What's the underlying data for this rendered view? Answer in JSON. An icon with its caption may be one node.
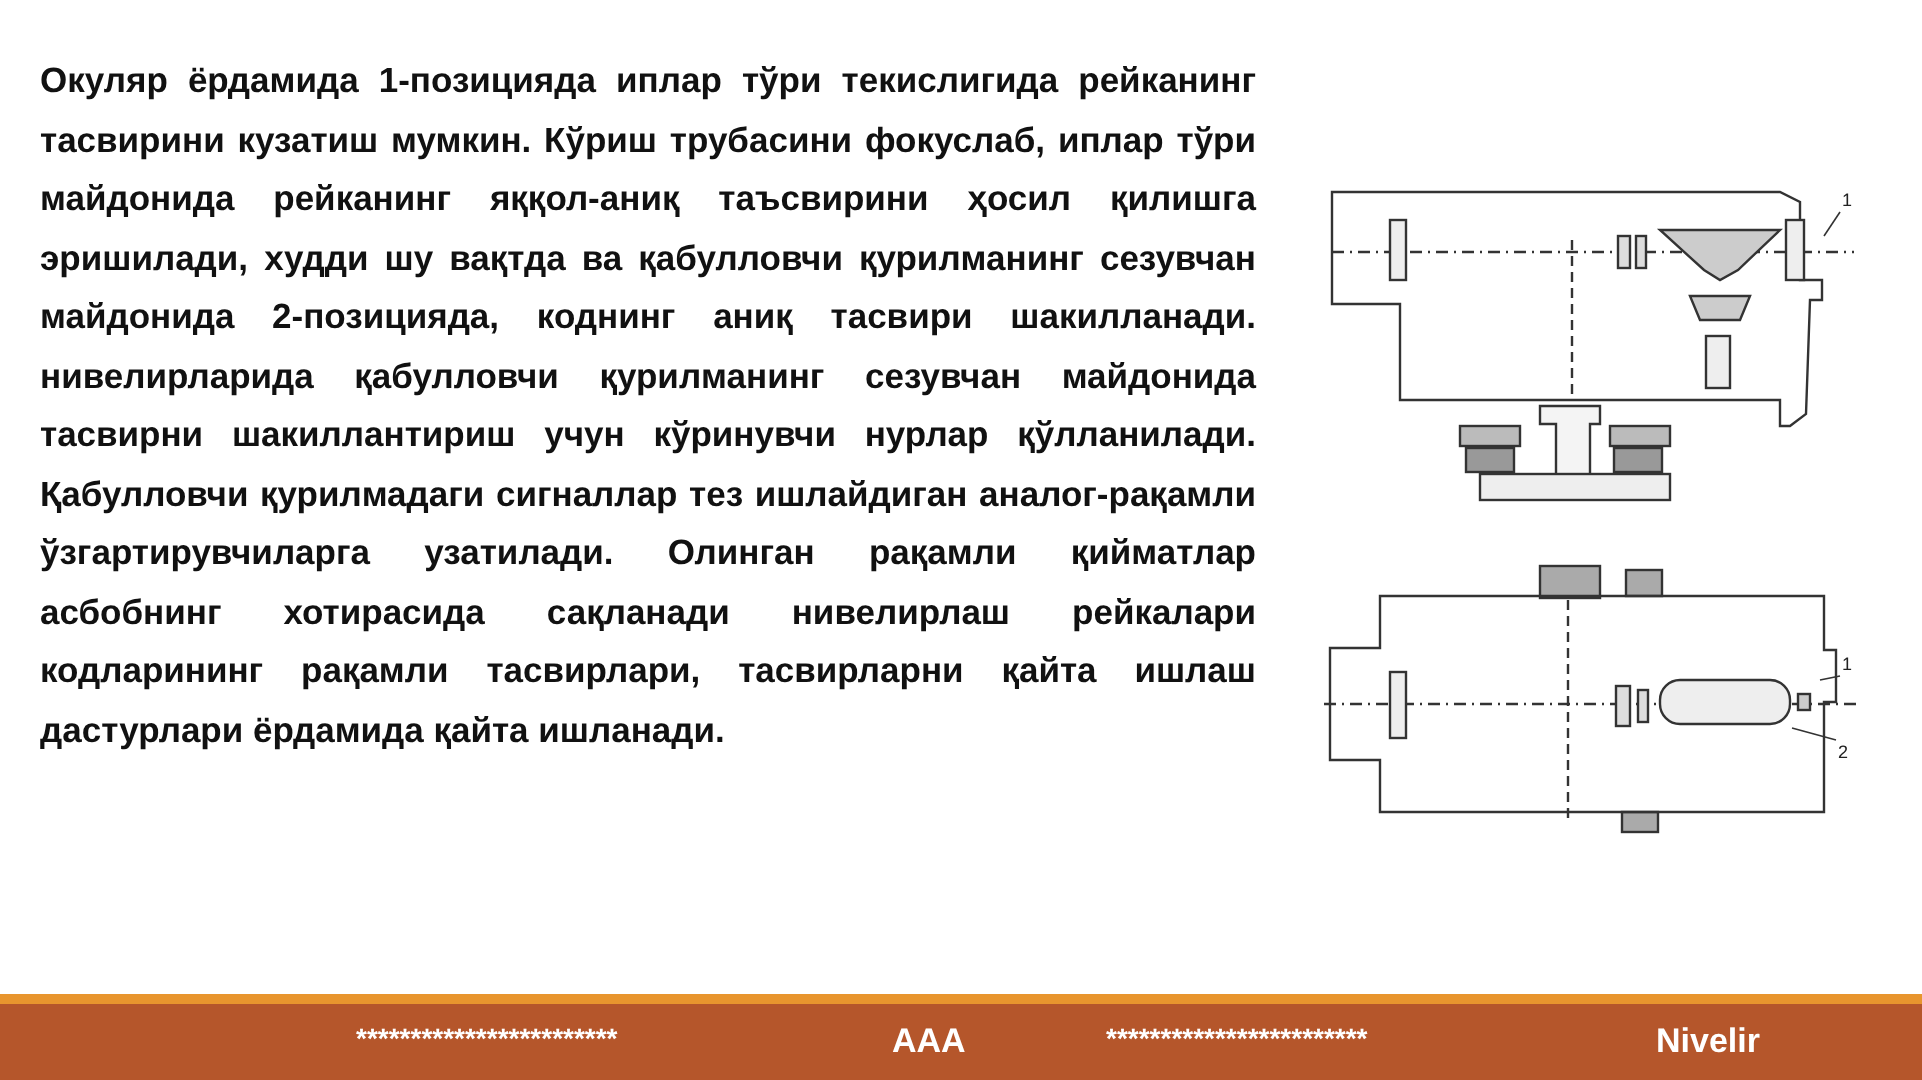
{
  "diagram": {
    "nodes": [
      {
        "text": [
          "1"
        ]
      },
      {
        "text": [
          "1"
        ]
      },
      {
        "text": [
          "2"
        ]
      }
    ],
    "edges": [
      {
        "from": 0,
        "to": null,
        "arrow": "none"
      },
      {
        "from": 1,
        "to": null,
        "arrow": "none"
      },
      {
        "from": 2,
        "to": null,
        "arrow": "none"
      }
    ],
    "labels": [
      "Окуляр ёрдамида 1-позицияда иплар тўри текислигида рейканинг тасвирини кузатиш мумкин. Кўриш трубасини фокуслаб, иплар тўри майдонида рейканинг яққол-аниқ таъсвирини ҳосил қилишга эришилади, худди шу вақтда ва қабулловчи қурилманинг сезувчан майдонида 2-позицияда, коднинг аниқ тасвири шакилланади. нивелирларида қабулловчи қурилманинг сезувчан майдонида тасвирни шакиллантириш учун кўринувчи нурлар қўлланилади. Қабулловчи қурилмадаги сигналлар тез ишлайдиган аналог-рақамли ўзгартирувчиларга узатилади. Олинган рақамли қийматлар асбобнинг хотирасида сақланади нивелирлаш рейкалари кодларининг рақамли тасвирлари, тасвирларни қайта ишлаш дастурлари ёрдамида қайта ишланади.",
      "************************",
      "AAA",
      "************************",
      "Nivelir"
    ]
  }
}
